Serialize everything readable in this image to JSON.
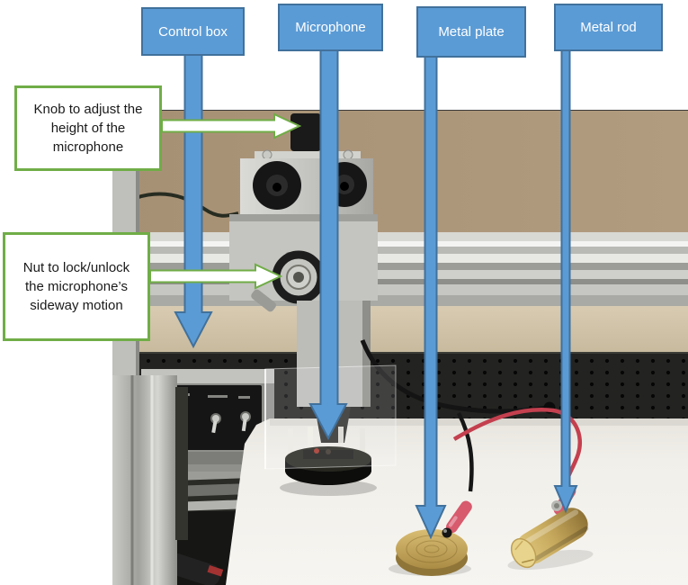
{
  "top_labels": [
    {
      "id": "control-box",
      "text": "Control box"
    },
    {
      "id": "microphone",
      "text": "Microphone"
    },
    {
      "id": "metal-plate",
      "text": "Metal plate"
    },
    {
      "id": "metal-rod",
      "text": "Metal rod"
    }
  ],
  "callouts": {
    "knob": {
      "line1": "Knob to adjust the",
      "line2": "height of the",
      "line3": "microphone"
    },
    "nut": {
      "line1": "Nut to lock/unlock",
      "line2": "the microphone’s",
      "line3": "sideway motion"
    }
  },
  "colors": {
    "label_fill": "#5B9BD5",
    "label_border": "#41719C",
    "label_text": "#FFFFFF",
    "callout_border": "#70AD47",
    "callout_fill": "#FFFFFF",
    "callout_text": "#1A1A1A",
    "arrow_blue": "#5B9BD5",
    "arrow_white_outline": "#70AD47",
    "photo_wall": "#AD977C",
    "photo_brass": "#C7A85C"
  }
}
